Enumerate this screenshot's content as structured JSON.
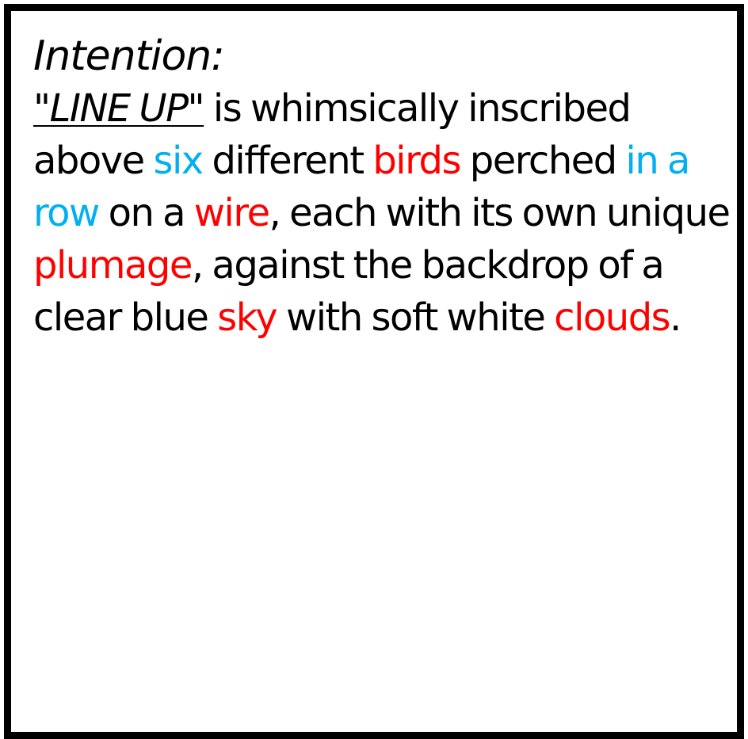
{
  "heading": "Intention:",
  "quoted_phrase": "\"LINE UP\"",
  "text": {
    "t1": " is whimsically inscribed above ",
    "six": "six",
    "t2": " different ",
    "birds": "birds",
    "t3": " perched ",
    "in_a_row": "in a row",
    "t4": " on a ",
    "wire": "wire",
    "t5": ", each with its own unique ",
    "plumage": "plumage",
    "t6": ", against the backdrop of a clear blue ",
    "sky": "sky",
    "t7": " with soft white ",
    "clouds": "clouds",
    "t8": "."
  },
  "colors": {
    "blue_highlight": "#00b0f0",
    "red_highlight": "#ff0000",
    "text": "#000000",
    "border": "#000000"
  }
}
